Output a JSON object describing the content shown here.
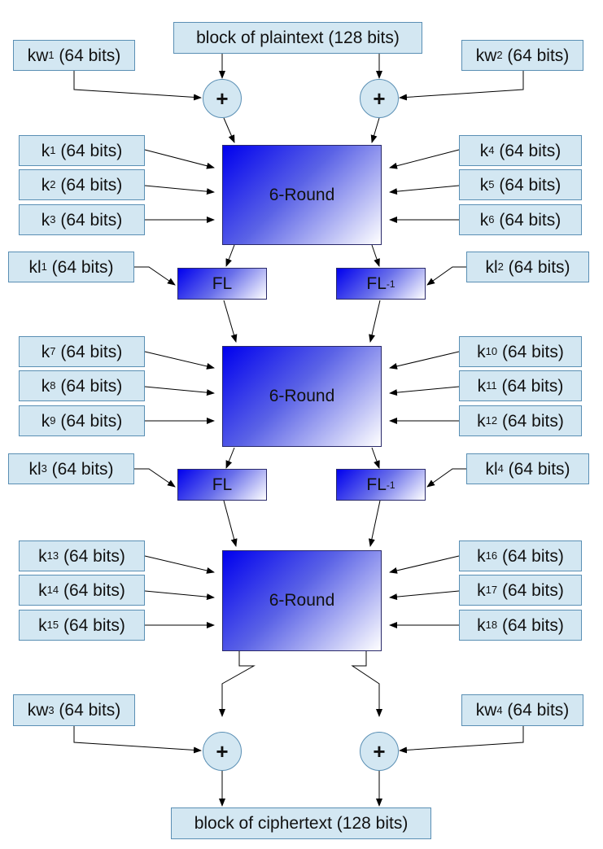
{
  "plaintext": "block of plaintext (128 bits)",
  "ciphertext": "block of ciphertext (128 bits)",
  "xor_symbol": "+",
  "round_label": "6-Round",
  "fl_label": "FL",
  "fl_inv_base": "FL",
  "fl_inv_sup": "-1",
  "bits_suffix": " (64 bits)",
  "keys": {
    "kw": "kw",
    "k": "k",
    "kl": "kl",
    "kw1": "1",
    "kw2": "2",
    "kw3": "3",
    "kw4": "4",
    "k1": "1",
    "k2": "2",
    "k3": "3",
    "k4": "4",
    "k5": "5",
    "k6": "6",
    "k7": "7",
    "k8": "8",
    "k9": "9",
    "k10": "10",
    "k11": "11",
    "k12": "12",
    "k13": "13",
    "k14": "14",
    "k15": "15",
    "k16": "16",
    "k17": "17",
    "k18": "18",
    "kl1": "1",
    "kl2": "2",
    "kl3": "3",
    "kl4": "4"
  },
  "colors": {
    "box_fill": "#d3e7f2",
    "box_border": "#5a8fb4",
    "round_gradient_start": "#0000ee",
    "round_gradient_end": "#ffffff",
    "wire": "#000000"
  }
}
